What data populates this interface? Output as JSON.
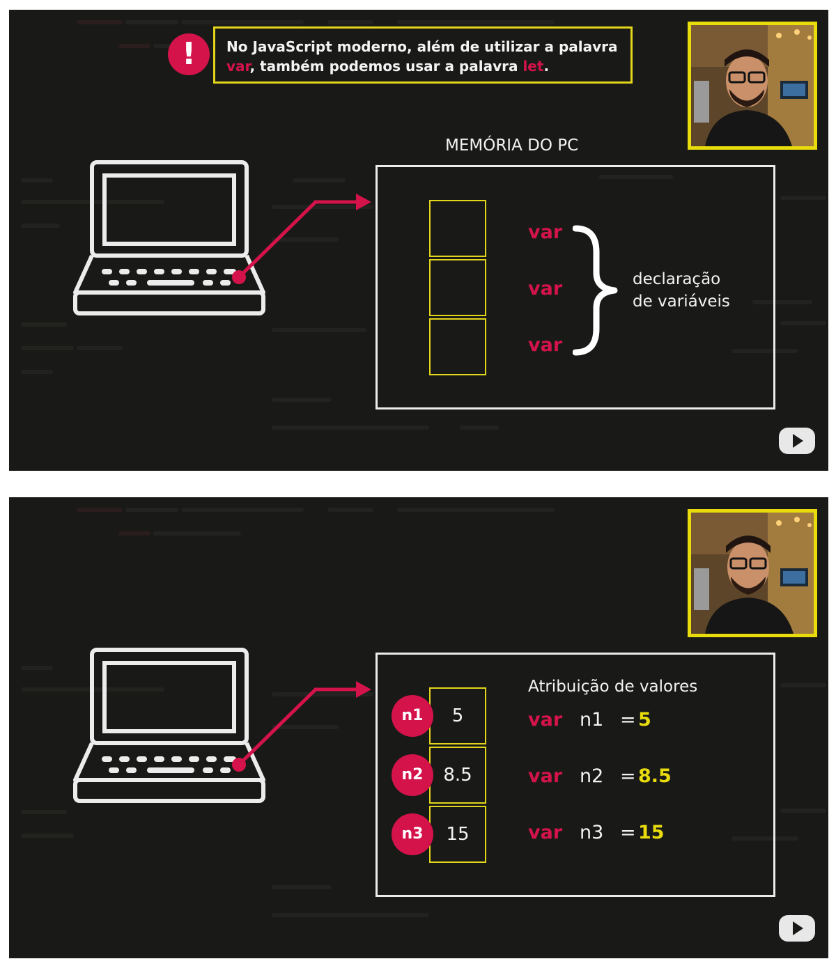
{
  "frame1": {
    "notice": {
      "line1": "No JavaScript moderno, além de utilizar a palavra",
      "kw_var": "var",
      "mid": ", também podemos usar a palavra ",
      "kw_let": "let",
      "end": "."
    },
    "alert_icon": "!",
    "memory_title": "MEMÓRIA DO PC",
    "keywords": [
      "var",
      "var",
      "var"
    ],
    "brace_label_line1": "declaração",
    "brace_label_line2": "de variáveis"
  },
  "frame2": {
    "heading": "Atribuição de valores",
    "rows": [
      {
        "name": "n1",
        "value": "5",
        "keyword": "var"
      },
      {
        "name": "n2",
        "value": "8.5",
        "keyword": "var"
      },
      {
        "name": "n3",
        "value": "15",
        "keyword": "var"
      }
    ],
    "equals": "="
  },
  "colors": {
    "background": "#191a18",
    "accent_red": "#d4134a",
    "accent_yellow": "#e9dc0d",
    "text": "#f3f3f3"
  },
  "icons": [
    "alert-icon",
    "laptop-icon",
    "arrow-icon",
    "curly-brace-icon",
    "play-icon",
    "webcam-presenter"
  ]
}
